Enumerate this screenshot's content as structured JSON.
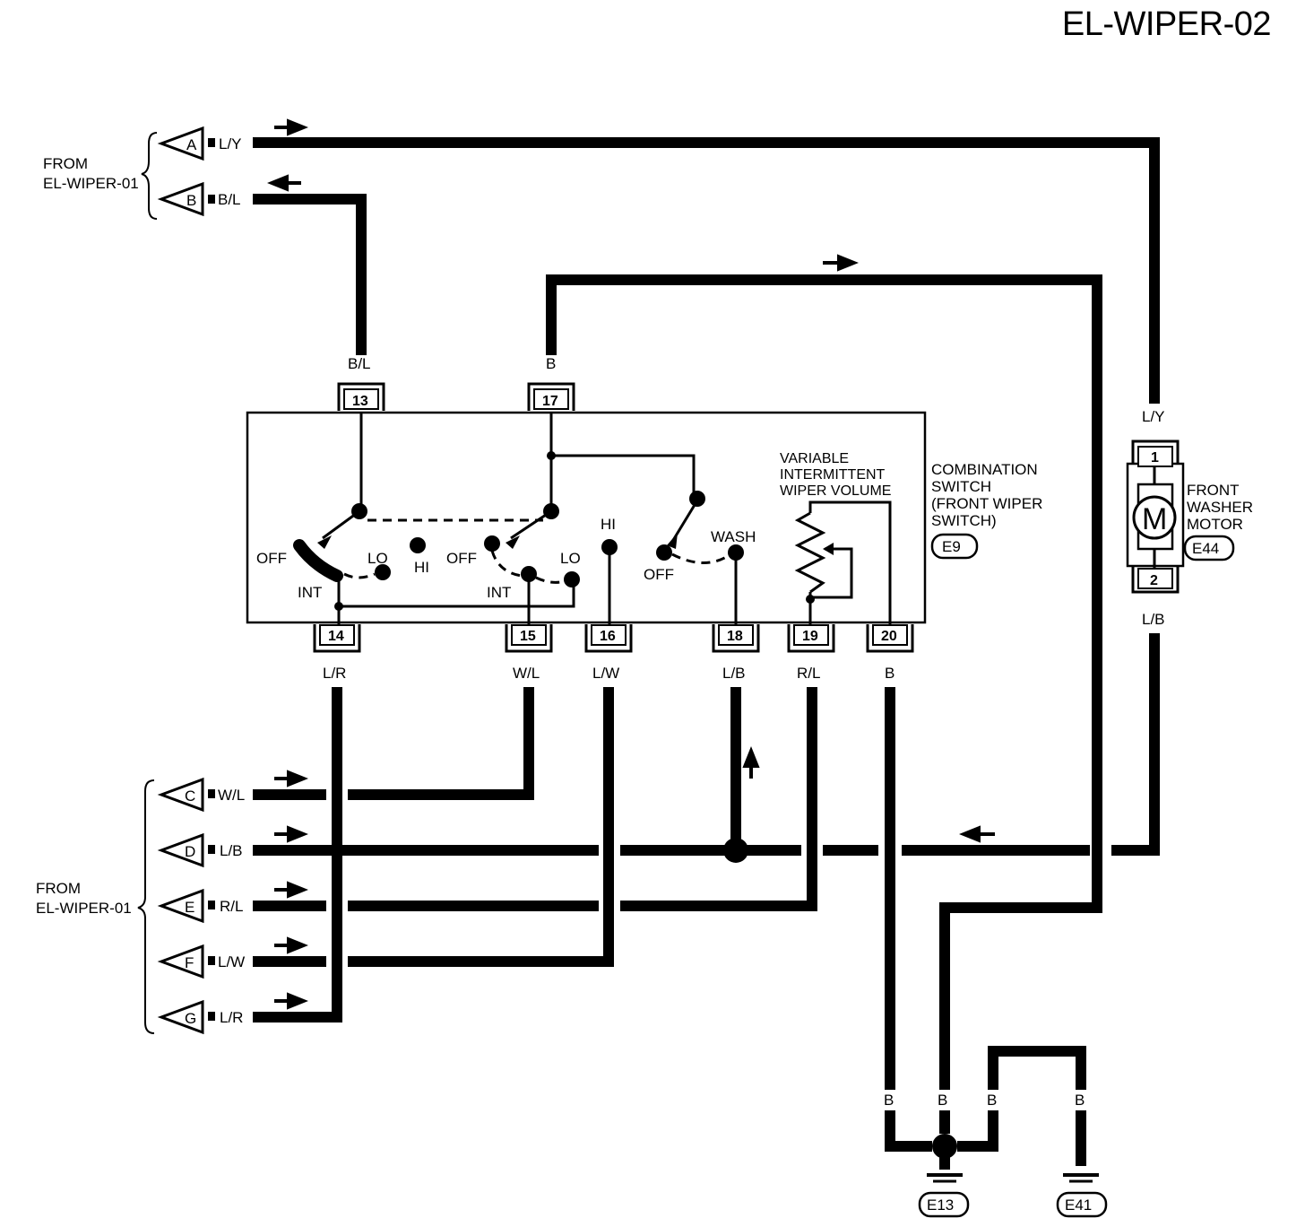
{
  "title": "EL-WIPER-02",
  "from_label_line1": "FROM",
  "from_label_line2": "EL-WIPER-01",
  "connectors_top": [
    {
      "letter": "A",
      "wire": "L/Y"
    },
    {
      "letter": "B",
      "wire": "B/L"
    }
  ],
  "connectors_bottom": [
    {
      "letter": "C",
      "wire": "W/L"
    },
    {
      "letter": "D",
      "wire": "L/B"
    },
    {
      "letter": "E",
      "wire": "R/L"
    },
    {
      "letter": "F",
      "wire": "L/W"
    },
    {
      "letter": "G",
      "wire": "L/R"
    }
  ],
  "switch": {
    "name_lines": [
      "COMBINATION",
      "SWITCH",
      "(FRONT WIPER",
      "SWITCH)"
    ],
    "connector_id": "E9",
    "top_pins": [
      {
        "pin": "13",
        "wire": "B/L"
      },
      {
        "pin": "17",
        "wire": "B"
      }
    ],
    "bottom_pins": [
      {
        "pin": "14",
        "wire": "L/R"
      },
      {
        "pin": "15",
        "wire": "W/L"
      },
      {
        "pin": "16",
        "wire": "L/W"
      },
      {
        "pin": "18",
        "wire": "L/B"
      },
      {
        "pin": "19",
        "wire": "R/L"
      },
      {
        "pin": "20",
        "wire": "B"
      }
    ],
    "positions": {
      "off": "OFF",
      "int": "INT",
      "lo": "LO",
      "hi": "HI",
      "wash": "WASH"
    },
    "volume_lines": [
      "VARIABLE",
      "INTERMITTENT",
      "WIPER VOLUME"
    ]
  },
  "motor": {
    "symbol": "M",
    "name_lines": [
      "FRONT",
      "WASHER",
      "MOTOR"
    ],
    "connector_id": "E44",
    "pins": [
      {
        "pin": "1",
        "wire": "L/Y"
      },
      {
        "pin": "2",
        "wire": "L/B"
      }
    ]
  },
  "grounds": [
    {
      "id": "E13",
      "wire": "B"
    },
    {
      "id": "E41",
      "wire": "B"
    }
  ],
  "ground_wires": [
    "B",
    "B",
    "B",
    "B"
  ]
}
